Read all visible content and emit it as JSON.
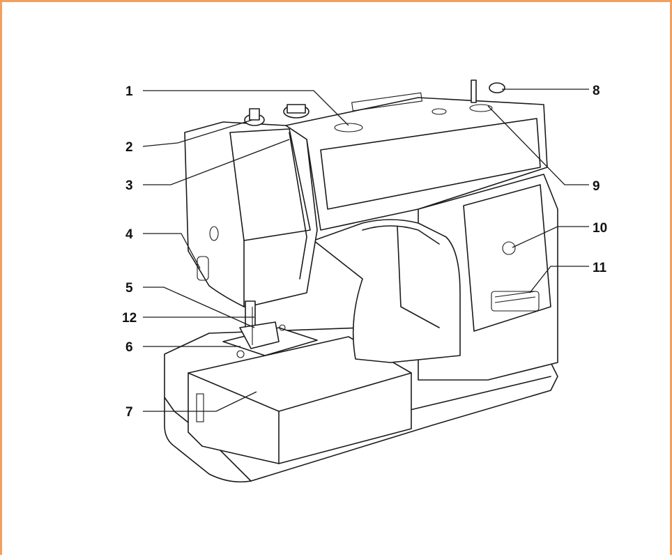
{
  "colors": {
    "frame": "#f0a062",
    "ink": "#1a1a1a"
  },
  "callouts": [
    {
      "id": "1",
      "text": "1"
    },
    {
      "id": "2",
      "text": "2"
    },
    {
      "id": "3",
      "text": "3"
    },
    {
      "id": "4",
      "text": "4"
    },
    {
      "id": "5",
      "text": "5"
    },
    {
      "id": "12",
      "text": "12"
    },
    {
      "id": "6",
      "text": "6"
    },
    {
      "id": "7",
      "text": "7"
    },
    {
      "id": "8",
      "text": "8"
    },
    {
      "id": "9",
      "text": "9"
    },
    {
      "id": "10",
      "text": "10"
    },
    {
      "id": "11",
      "text": "11"
    }
  ]
}
